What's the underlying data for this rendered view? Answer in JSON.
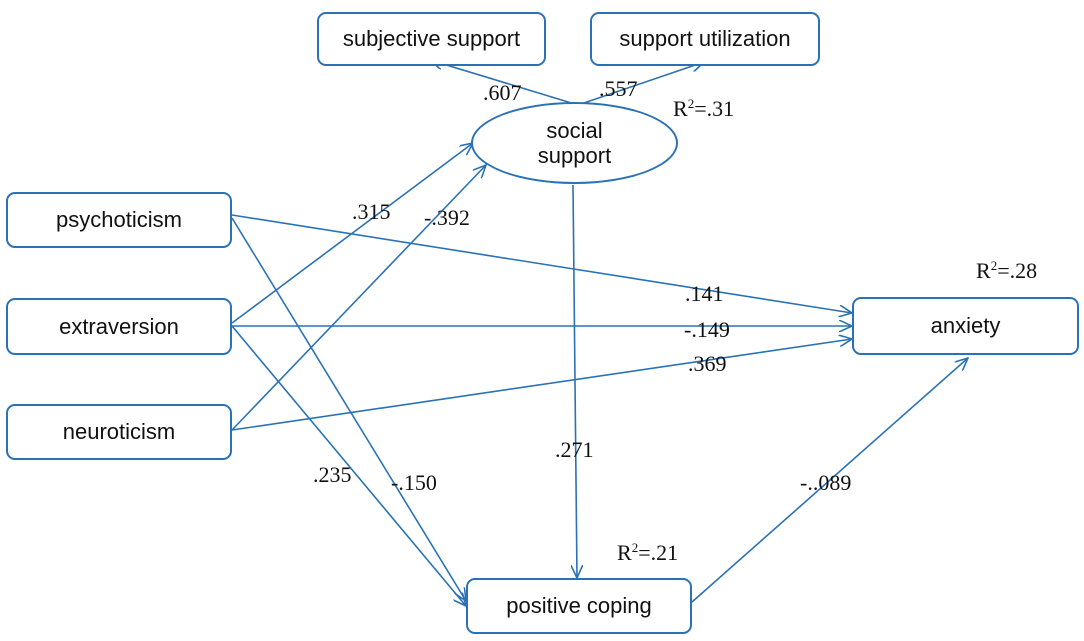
{
  "nodes": {
    "subjective_support": {
      "label": "subjective support"
    },
    "support_utilization": {
      "label": "support utilization"
    },
    "social_support": {
      "label_line1": "social",
      "label_line2": "support",
      "r2_prefix": "R",
      "r2_sup": "2",
      "r2_value": "=.31"
    },
    "psychoticism": {
      "label": "psychoticism"
    },
    "extraversion": {
      "label": "extraversion"
    },
    "neuroticism": {
      "label": "neuroticism"
    },
    "anxiety": {
      "label": "anxiety",
      "r2_prefix": "R",
      "r2_sup": "2",
      "r2_value": "=.28"
    },
    "positive_coping": {
      "label": "positive coping",
      "r2_prefix": "R",
      "r2_sup": "2",
      "r2_value": "=.21"
    }
  },
  "paths": [
    {
      "id": "social-to-subjective",
      "from": "social_support",
      "to": "subjective_support",
      "coef": ".607"
    },
    {
      "id": "social-to-utilization",
      "from": "social_support",
      "to": "support_utilization",
      "coef": ".557"
    },
    {
      "id": "extraversion-to-social",
      "from": "extraversion",
      "to": "social_support",
      "coef": ".315"
    },
    {
      "id": "neuroticism-to-social",
      "from": "neuroticism",
      "to": "social_support",
      "coef": "-.392"
    },
    {
      "id": "psychoticism-to-anxiety",
      "from": "psychoticism",
      "to": "anxiety",
      "coef": ".141"
    },
    {
      "id": "extraversion-to-anxiety",
      "from": "extraversion",
      "to": "anxiety",
      "coef": "-.149"
    },
    {
      "id": "neuroticism-to-anxiety",
      "from": "neuroticism",
      "to": "anxiety",
      "coef": ".369"
    },
    {
      "id": "social-to-coping",
      "from": "social_support",
      "to": "positive_coping",
      "coef": ".271"
    },
    {
      "id": "extraversion-to-coping",
      "from": "extraversion",
      "to": "positive_coping",
      "coef": ".235"
    },
    {
      "id": "psychoticism-to-coping",
      "from": "psychoticism",
      "to": "positive_coping",
      "coef": "-.150"
    },
    {
      "id": "coping-to-anxiety",
      "from": "positive_coping",
      "to": "anxiety",
      "coef": "-..089"
    }
  ],
  "colors": {
    "line": "#2a72b5",
    "text": "#111111"
  }
}
